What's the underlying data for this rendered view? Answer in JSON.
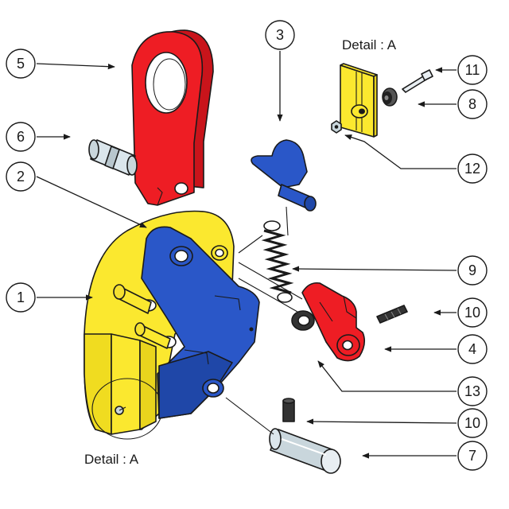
{
  "detail_label_top": "Detail : A",
  "detail_label_bottom": "Detail : A",
  "colors": {
    "yellow": "#fbe82f",
    "red": "#ee1d24",
    "blue": "#2a57c8",
    "grey": "#c9d6dc",
    "black": "#1a1a1a"
  },
  "callouts": [
    {
      "id": "c1",
      "number": "1"
    },
    {
      "id": "c2",
      "number": "2"
    },
    {
      "id": "c3",
      "number": "3"
    },
    {
      "id": "c4",
      "number": "4"
    },
    {
      "id": "c5",
      "number": "5"
    },
    {
      "id": "c6",
      "number": "6"
    },
    {
      "id": "c7",
      "number": "7"
    },
    {
      "id": "c8",
      "number": "8"
    },
    {
      "id": "c9",
      "number": "9"
    },
    {
      "id": "c10a",
      "number": "10"
    },
    {
      "id": "c10b",
      "number": "10"
    },
    {
      "id": "c11",
      "number": "11"
    },
    {
      "id": "c12",
      "number": "12"
    },
    {
      "id": "c13",
      "number": "13"
    }
  ]
}
